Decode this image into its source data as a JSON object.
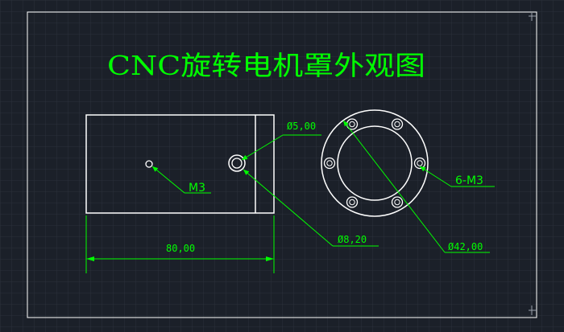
{
  "drawing": {
    "title": "CNC旋转电机罩外观图",
    "colors": {
      "background": "#1b2029",
      "grid": "#3a404b",
      "outline": "#ffffff",
      "dimension": "#00ff00",
      "title": "#00ff00"
    }
  },
  "side_view": {
    "dim_width": "80,00",
    "label_tap": "M3",
    "label_hole_small": "Ø5,00",
    "label_hole_large": "Ø8,20"
  },
  "end_view": {
    "label_holes": "6-M3",
    "label_diameter": "Ø42,00"
  }
}
